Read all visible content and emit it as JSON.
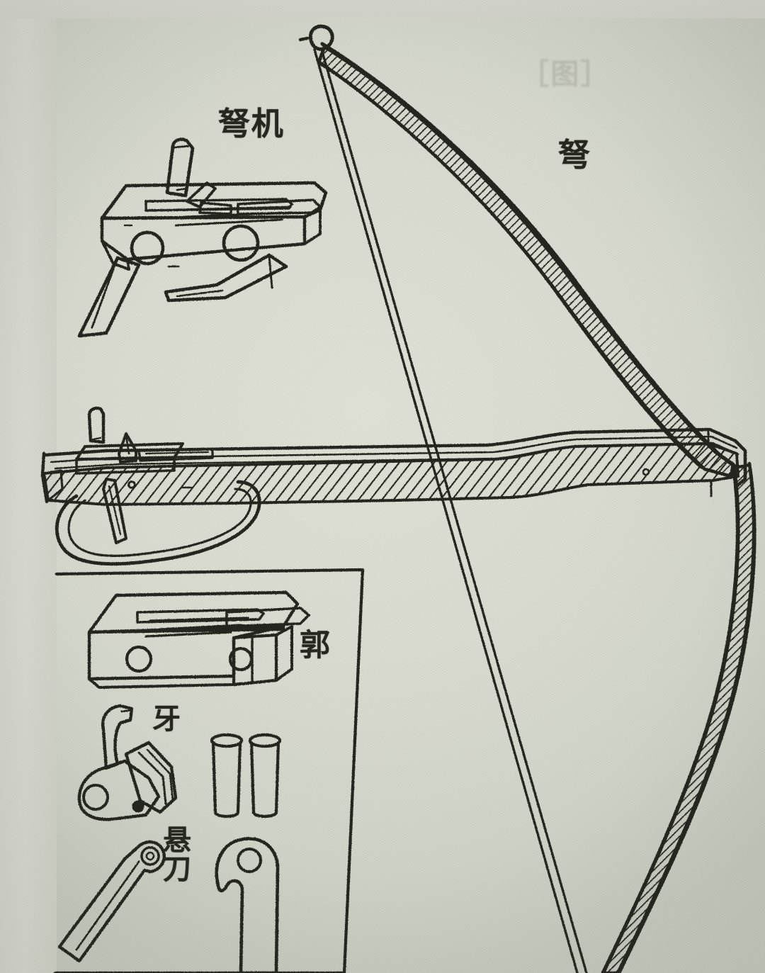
{
  "document": {
    "type": "scanned-book-illustration",
    "subject": "Ancient Chinese crossbow (nu) and its trigger mechanism (nuji)",
    "media": "printed line drawing on textured paper",
    "paper_color": "#d8dacf",
    "ink_color": "#23241d"
  },
  "labels": {
    "crossbow_mechanism": "弩机",
    "crossbow": "弩",
    "frame_housing": "郭",
    "tooth_catch": "牙",
    "trigger_lever": "悬\n刀"
  },
  "ghost_showthrough": "［图］",
  "figures": {
    "mechanism_assembly": {
      "name": "nuji-assembly-drawing",
      "description": "Isometric view of assembled bronze crossbow trigger mechanism with upright tooth, two pivot pin holes, and two pendant levers"
    },
    "crossbow_full": {
      "name": "crossbow-side-view",
      "description": "Side view of complete crossbow: hatched wooden stock with mechanism at rear, trigger guard loop, and curved composite bow limb with drawn bowstring"
    },
    "parts_inset": {
      "name": "exploded-parts-inset",
      "description": "Boxed inset showing the four disassembled bronze components",
      "parts": [
        {
          "id": "guo",
          "label": "郭",
          "description": "rectangular frame housing with top slots and two pin holes"
        },
        {
          "id": "ya",
          "label": "牙",
          "description": "tooth / string catch with sear arm and pivot hole"
        },
        {
          "id": "pins",
          "label": "",
          "description": "two cylindrical pivot pins",
          "count": 2
        },
        {
          "id": "xuandao",
          "label": "悬刀",
          "description": "trigger lever bar with pivot hole"
        },
        {
          "id": "hook",
          "label": "",
          "description": "hook-shaped sear / catch piece"
        }
      ]
    }
  },
  "colors": {
    "paper": "#d8dacf",
    "ink": "#23241d",
    "paper_shadow": "#c6c9bd",
    "page_edge": "#d3d5cc"
  }
}
